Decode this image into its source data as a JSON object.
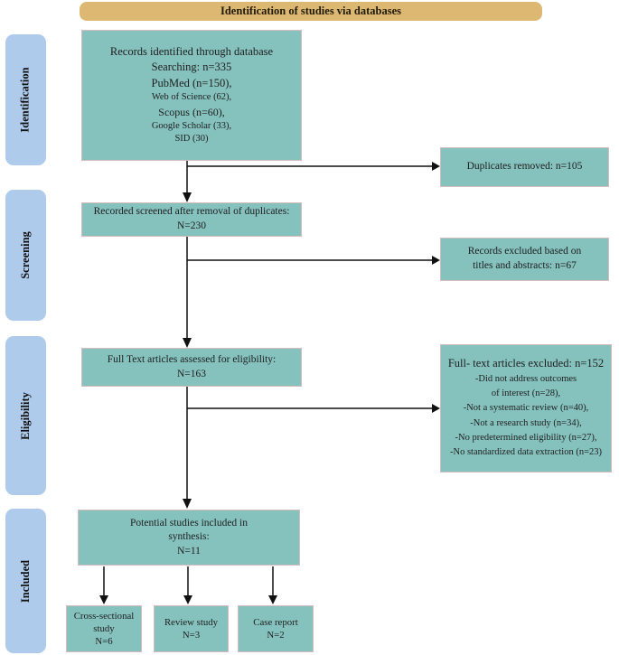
{
  "banner": {
    "title": "Identification of studies via databases"
  },
  "sidebar": {
    "labels": [
      "Identification",
      "Screening",
      "Eligibility",
      "Included"
    ]
  },
  "boxes": {
    "records_identified": {
      "lines": [
        "Records identified through database",
        "Searching: n=335",
        "PubMed (n=150),",
        "Web of Science (62),",
        "Scopus (n=60),",
        "Google Scholar (33),",
        "SID (30)"
      ]
    },
    "duplicates_removed": {
      "lines": [
        "Duplicates removed: n=105"
      ]
    },
    "records_screened": {
      "lines": [
        "Recorded screened after removal of duplicates:",
        "N=230"
      ]
    },
    "records_excluded": {
      "lines": [
        "Records excluded based on",
        "titles and abstracts: n=67"
      ]
    },
    "fulltext_assessed": {
      "lines": [
        "Full Text articles assessed for eligibility:",
        "N=163"
      ]
    },
    "fulltext_excluded": {
      "lines": [
        "Full- text articles excluded: n=152",
        "-Did not address outcomes",
        "of interest (n=28),",
        "-Not a systematic review (n=40),",
        "-Not a research study (n=34),",
        "-No predetermined eligibility (n=27),",
        "-No standardized data extraction (n=23)"
      ]
    },
    "included_synthesis": {
      "lines": [
        "Potential studies included in",
        "synthesis:",
        "N=11"
      ]
    },
    "cross_sectional": {
      "lines": [
        "Cross-sectional",
        "study",
        "N=6"
      ]
    },
    "review_study": {
      "lines": [
        "Review study",
        "N=3"
      ]
    },
    "case_report": {
      "lines": [
        "Case report",
        "N=2"
      ]
    }
  },
  "colors": {
    "banner_bg": "#dcb873",
    "sidebar_bg": "#aecbec",
    "box_bg": "#85c1bd",
    "box_border": "#d8bcbc",
    "arrow": "#111111"
  }
}
